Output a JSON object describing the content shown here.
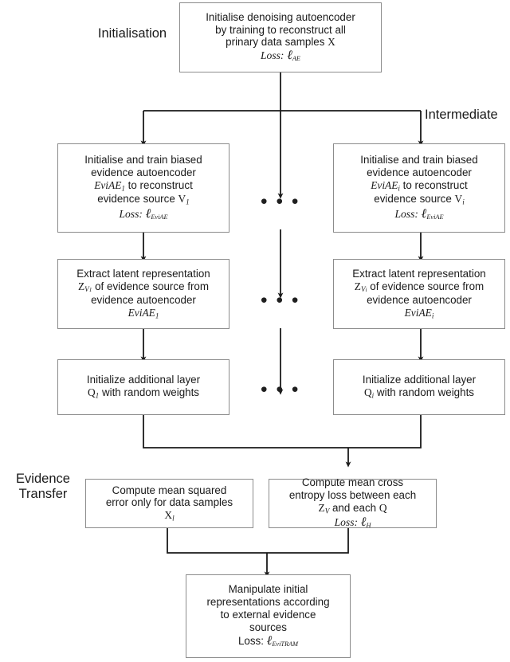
{
  "figure": {
    "type": "flowchart",
    "title": "EviTRAM evidence transfer training pipeline",
    "background": "#ffffff",
    "line_color": "#1a1a1a",
    "box_border_color": "#8c8c8c"
  },
  "stage_labels": [
    {
      "name": "initialisation",
      "text": "Initialisation"
    },
    {
      "name": "intermediate",
      "text": "Intermediate"
    },
    {
      "name": "evidence-transfer",
      "text": "Evidence\nTransfer"
    }
  ],
  "nodes": {
    "root_ae": {
      "lines": [
        "Initialise denoising autoencoder",
        "by training to reconstruct all",
        "prinary data samples X"
      ],
      "loss_label": "Loss:",
      "loss_symbol": "ℓ",
      "loss_subscript": "AE"
    },
    "evi_ae_1": {
      "lines": [
        "Initialise and train biased",
        "evidence autoencoder",
        "EviAE₁ to reconstruct",
        "evidence source V₁"
      ],
      "loss_label": "Loss:",
      "loss_symbol": "ℓ",
      "loss_subscript": "EviAE"
    },
    "evi_ae_i": {
      "lines": [
        "Initialise and train biased",
        "evidence autoencoder",
        "EviAEᵢ to reconstruct",
        "evidence source Vᵢ"
      ],
      "loss_label": "Loss:",
      "loss_symbol": "ℓ",
      "loss_subscript": "EviAE"
    },
    "latent_1": {
      "lines": [
        "Extract latent representation",
        "Z_V₁ of evidence source from",
        "evidence autoencoder",
        "EviAE₁"
      ]
    },
    "latent_i": {
      "lines": [
        "Extract latent representation",
        "Z_Vᵢ of evidence source from",
        "evidence autoencoder",
        "EviAEᵢ"
      ]
    },
    "layer_q1": {
      "lines": [
        "Initialize additional layer",
        "Q₁ with random weights"
      ]
    },
    "layer_qi": {
      "lines": [
        "Initialize additional layer",
        "Qᵢ with random weights"
      ]
    },
    "mse": {
      "lines": [
        "Compute mean squared",
        "error only for data samples",
        "X_l"
      ]
    },
    "cross_entropy": {
      "lines": [
        "Compute mean cross",
        "entropy loss between each",
        "Z_V and each Q"
      ],
      "loss_label": "Loss:",
      "loss_symbol": "ℓ",
      "loss_subscript": "H"
    },
    "manipulate": {
      "lines": [
        "Manipulate initial",
        "representations according",
        "to external evidence",
        "sources"
      ],
      "loss_label": "Loss:",
      "loss_symbol": "ℓ",
      "loss_subscript": "EviTRAM"
    }
  },
  "ellipses": [
    {
      "name": "ellipsis-row-1",
      "text": "• • •"
    },
    {
      "name": "ellipsis-row-2",
      "text": "• • •"
    },
    {
      "name": "ellipsis-row-3",
      "text": "• • •"
    }
  ]
}
